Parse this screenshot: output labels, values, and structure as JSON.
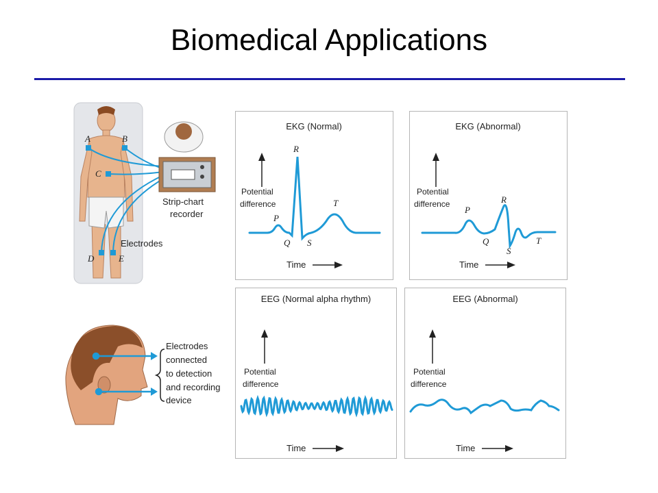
{
  "slide": {
    "title": "Biomedical Applications"
  },
  "body_figure": {
    "electrode_labels": [
      "A",
      "B",
      "C",
      "D",
      "E"
    ],
    "recorder_label_line1": "Strip-chart",
    "recorder_label_line2": "recorder",
    "electrodes_label": "Electrodes"
  },
  "head_figure": {
    "caption_lines": [
      "Electrodes",
      "connected",
      "to detection",
      "and recording",
      "device"
    ]
  },
  "panels": [
    {
      "title": "EKG (Normal)",
      "y_label_line1": "Potential",
      "y_label_line2": "difference",
      "x_label": "Time",
      "wave_labels": [
        "P",
        "Q",
        "R",
        "S",
        "T"
      ]
    },
    {
      "title": "EKG (Abnormal)",
      "y_label_line1": "Potential",
      "y_label_line2": "difference",
      "x_label": "Time",
      "wave_labels": [
        "P",
        "Q",
        "R",
        "S",
        "T"
      ]
    },
    {
      "title": "EEG (Normal alpha rhythm)",
      "y_label_line1": "Potential",
      "y_label_line2": "difference",
      "x_label": "Time"
    },
    {
      "title": "EEG (Abnormal)",
      "y_label_line1": "Potential",
      "y_label_line2": "difference",
      "x_label": "Time"
    }
  ],
  "colors": {
    "trace": "#1f9ad6",
    "title_rule": "#1a1aa8",
    "panel_border": "#b5b5b5"
  }
}
